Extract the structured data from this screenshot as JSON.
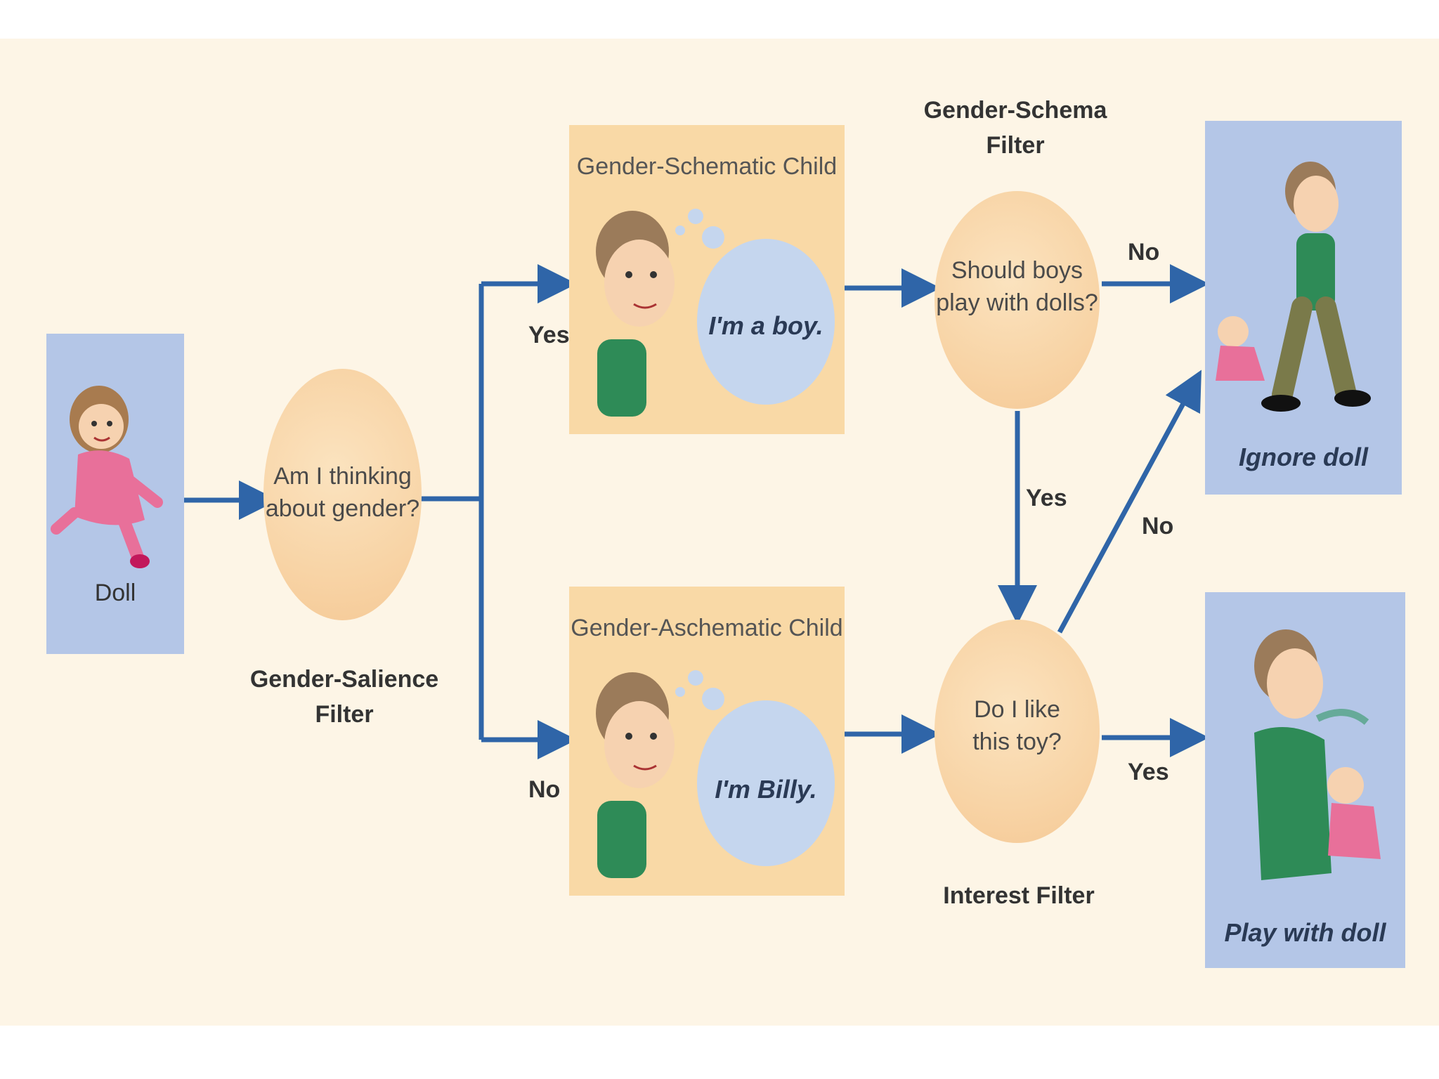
{
  "start": {
    "label": "Doll"
  },
  "salience_filter": {
    "question_line1": "Am I thinking",
    "question_line2": "about gender?",
    "caption_line1": "Gender-Salience",
    "caption_line2": "Filter"
  },
  "schematic": {
    "title": "Gender-Schematic Child",
    "thought": "I'm a boy.",
    "branch": "Yes"
  },
  "aschematic": {
    "title": "Gender-Aschematic Child",
    "thought": "I'm Billy.",
    "branch": "No"
  },
  "schema_filter": {
    "caption_line1": "Gender-Schema",
    "caption_line2": "Filter",
    "question_line1": "Should boys",
    "question_line2": "play with dolls?",
    "no_label": "No",
    "yes_label": "Yes"
  },
  "interest_filter": {
    "question_line1": "Do I like",
    "question_line2": "this toy?",
    "caption": "Interest Filter",
    "no_label": "No",
    "yes_label": "Yes"
  },
  "outcomes": {
    "ignore": "Ignore doll",
    "play": "Play with doll"
  },
  "colors": {
    "arrow": "#2f65a8",
    "blue_panel": "#b4c6e7",
    "orange_panel": "#f9d9a6",
    "background": "#fdf5e6"
  }
}
